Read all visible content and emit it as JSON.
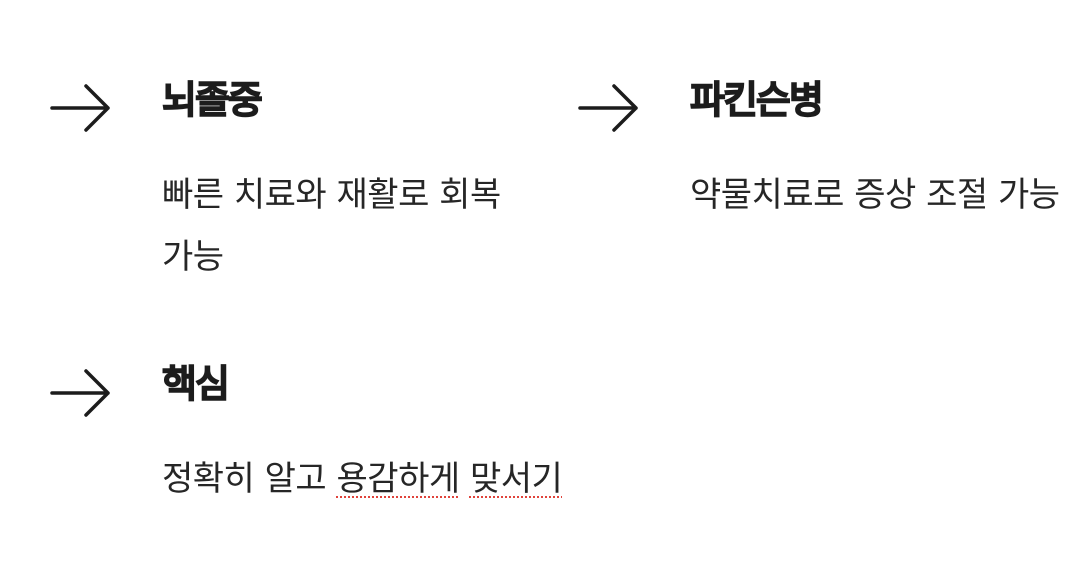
{
  "items": [
    {
      "icon": "arrow-right-icon",
      "title": "뇌졸중",
      "description": "빠른 치료와 재활로 회복 가능"
    },
    {
      "icon": "arrow-right-icon",
      "title": "파킨슨병",
      "description": "약물치료로 증상 조절 가능"
    },
    {
      "icon": "arrow-right-icon",
      "title": "핵심",
      "description_part1": "정확히 알고 ",
      "description_flagged_1": "용감하게",
      "description_space": " ",
      "description_flagged_2": "맞서기"
    }
  ],
  "colors": {
    "text": "#1c1c1c",
    "spellcheck_underline": "#e0433b",
    "background": "#ffffff"
  }
}
